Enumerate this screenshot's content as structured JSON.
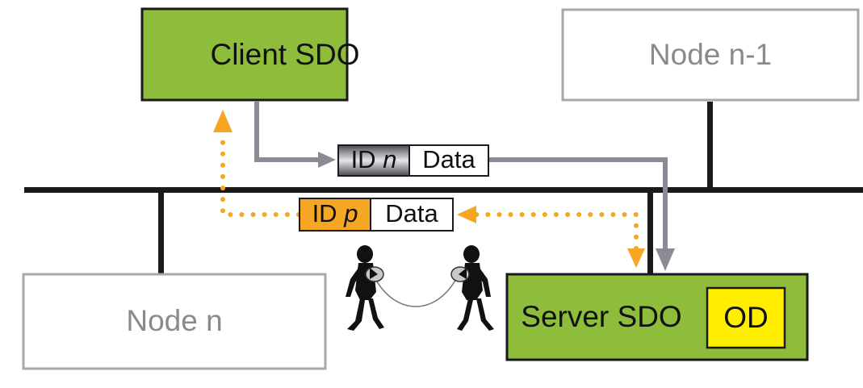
{
  "nodes": {
    "client": {
      "label": "Client SDO"
    },
    "node_n_minus_1": {
      "label": "Node n-1"
    },
    "node_n": {
      "label": "Node n"
    },
    "server": {
      "label": "Server SDO"
    },
    "od": {
      "label": "OD"
    }
  },
  "frames": {
    "request": {
      "id_prefix": "ID ",
      "id_var": "n",
      "data": "Data"
    },
    "response": {
      "id_prefix": "ID ",
      "id_var": "p",
      "data": "Data"
    }
  },
  "colors": {
    "node_green": "#8dbd3a",
    "od_yellow": "#ffee00",
    "arrow_orange": "#f5a623",
    "arrow_gray": "#8b8b95",
    "bus": "#1a1a1a",
    "idle_border": "#a8a8a8",
    "idle_text": "#8a8a8a"
  },
  "icons": {
    "handshake": "two-figures-handshake-icon"
  }
}
